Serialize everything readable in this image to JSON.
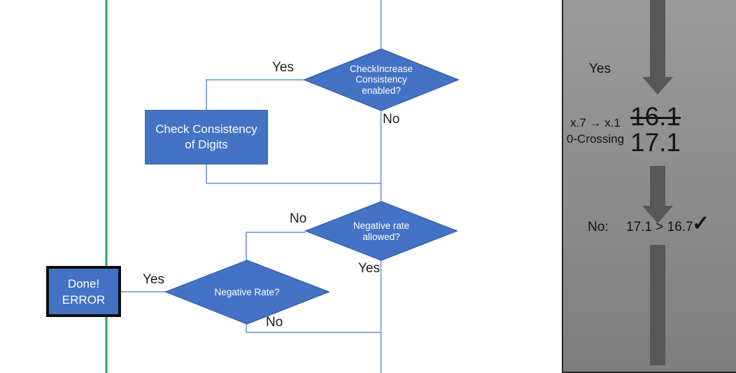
{
  "flowchart": {
    "decision_check_increase": {
      "line1": "CheckIncrease",
      "line2": "Consistency",
      "line3": "enabled?"
    },
    "process_check_consistency": {
      "line1": "Check Consistency",
      "line2": "of Digits"
    },
    "decision_negative_allowed": {
      "line1": "Negative rate",
      "line2": "allowed?"
    },
    "decision_negative_rate": {
      "label": "Negative Rate?"
    },
    "terminator_done_error": {
      "line1": "Done!",
      "line2": "ERROR"
    },
    "labels": {
      "yes_top": "Yes",
      "no_top": "No",
      "no_mid": "No",
      "yes_mid": "Yes",
      "yes_done": "Yes",
      "no_bottom": "No"
    },
    "colors": {
      "shape_fill": "#4472C4",
      "shape_border": "#3A62B0",
      "connector": "#7DA0D6",
      "green_line": "#1EA55F",
      "shape_text": "#FFFFFF",
      "label_text": "#1C1C1C"
    }
  },
  "side_panel": {
    "label_yes": "Yes",
    "rule_line1": "x.7 → x.1",
    "rule_line2": "0-Crossing",
    "value_old": "16.1",
    "value_new": "17.1",
    "result_prefix": "No:",
    "result_comparison": "17.1 > 16.7",
    "checkmark": "✓",
    "colors": {
      "bg_top": "#9B9B9B",
      "bg_bottom": "#7E7E7E",
      "arrow": "#575757",
      "border": "#262626",
      "text": "#141414"
    }
  }
}
